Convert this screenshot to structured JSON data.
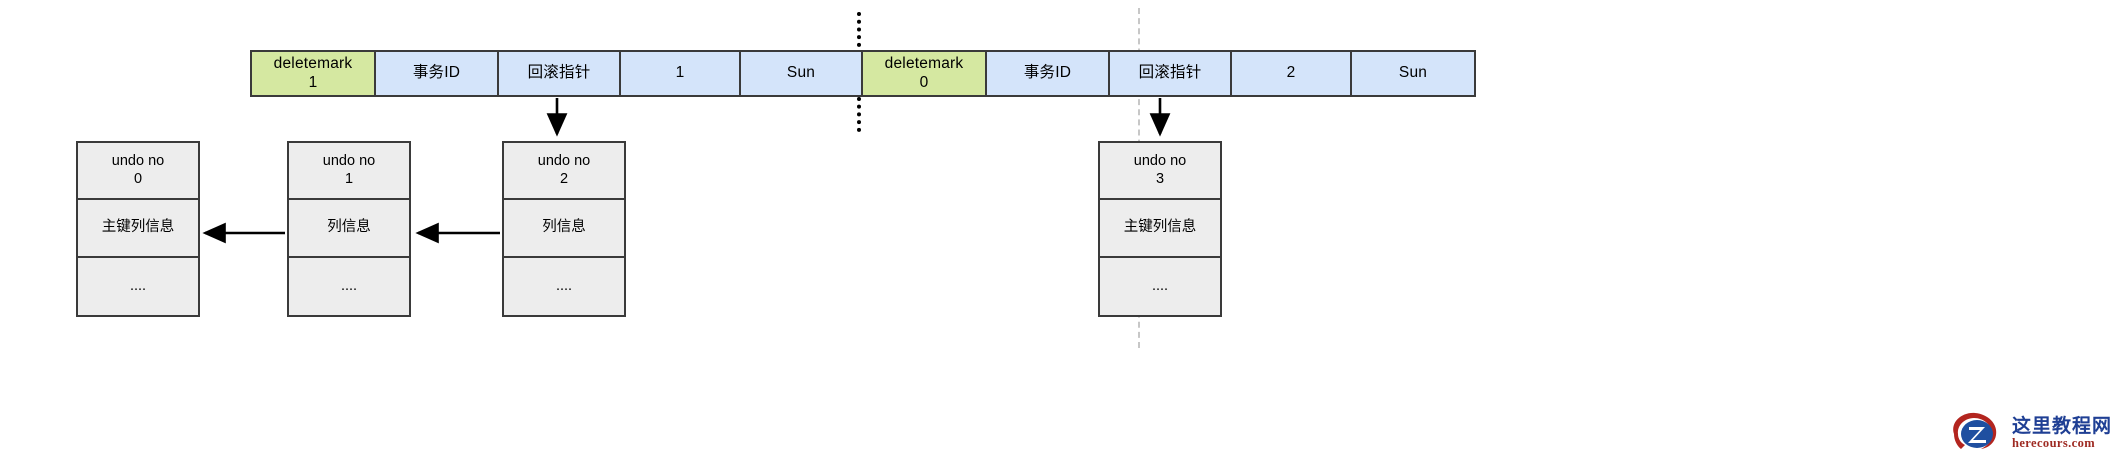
{
  "diagram": {
    "title": "MVCC undo log version chain diagram",
    "colors": {
      "deletemark_cell": "#d5e8a1",
      "data_cell": "#d4e4fa",
      "undo_box": "#ededed",
      "border": "#3a3a3a",
      "dashed_separator": "#c7c7c7"
    },
    "record_row": {
      "groups": [
        {
          "name": "record-version-1",
          "cells": [
            {
              "name": "deletemark-cell",
              "line1": "deletemark",
              "line2": "1",
              "kind": "green",
              "width": "w-dm"
            },
            {
              "name": "transaction-id-cell",
              "line1": "事务ID",
              "line2": "",
              "kind": "blue",
              "width": "w-txid"
            },
            {
              "name": "rollback-pointer-cell",
              "line1": "回滚指针",
              "line2": "",
              "kind": "blue",
              "width": "w-ptr"
            },
            {
              "name": "column-value-cell",
              "line1": "1",
              "line2": "",
              "kind": "blue",
              "width": "w-num"
            },
            {
              "name": "name-value-cell",
              "line1": "Sun",
              "line2": "",
              "kind": "blue",
              "width": "w-sun"
            }
          ]
        },
        {
          "name": "record-version-2",
          "cells": [
            {
              "name": "deletemark-cell",
              "line1": "deletemark",
              "line2": "0",
              "kind": "green",
              "width": "w-dm"
            },
            {
              "name": "transaction-id-cell",
              "line1": "事务ID",
              "line2": "",
              "kind": "blue",
              "width": "w-txid"
            },
            {
              "name": "rollback-pointer-cell",
              "line1": "回滚指针",
              "line2": "",
              "kind": "blue",
              "width": "w-ptr"
            },
            {
              "name": "column-value-cell",
              "line1": "2",
              "line2": "",
              "kind": "blue",
              "width": "w-num"
            },
            {
              "name": "name-value-cell",
              "line1": "Sun",
              "line2": "",
              "kind": "blue",
              "width": "w-sun"
            }
          ]
        }
      ]
    },
    "undo_boxes": [
      {
        "name": "undo-log-0",
        "header_line1": "undo no",
        "header_line2": "0",
        "middle": "主键列信息",
        "bottom": "...."
      },
      {
        "name": "undo-log-1",
        "header_line1": "undo no",
        "header_line2": "1",
        "middle": "列信息",
        "bottom": "...."
      },
      {
        "name": "undo-log-2",
        "header_line1": "undo no",
        "header_line2": "2",
        "middle": "列信息",
        "bottom": "...."
      },
      {
        "name": "undo-log-3",
        "header_line1": "undo no",
        "header_line2": "3",
        "middle": "主键列信息",
        "bottom": "...."
      }
    ],
    "watermark": {
      "logo_letter": "Z",
      "chinese": "这里教程网",
      "english": "herecours.com"
    }
  }
}
